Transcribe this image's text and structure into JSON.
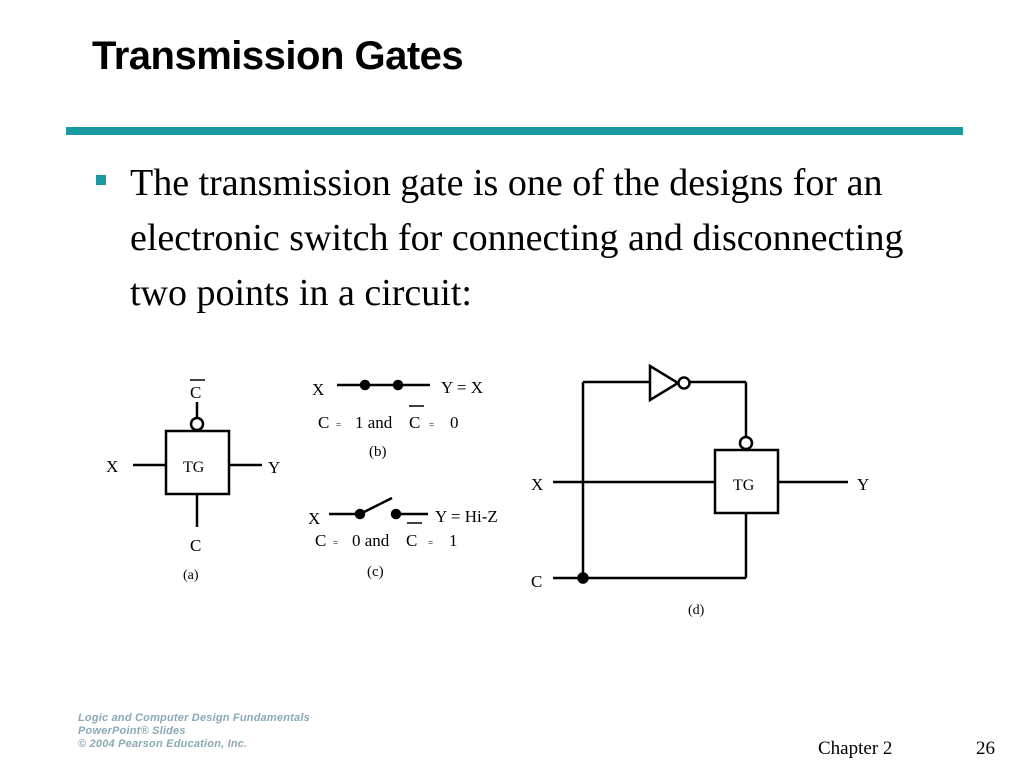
{
  "slide": {
    "title": "Transmission Gates",
    "bullet": "The transmission gate is one of the designs for an electronic switch for connecting and disconnecting two points in a circuit:"
  },
  "diagram": {
    "a": {
      "top_label": "C",
      "gate_label": "TG",
      "x_label": "X",
      "y_label": "Y",
      "bottom_label": "C",
      "caption": "(a)"
    },
    "b": {
      "x_label": "X",
      "y_label": "Y = X",
      "cond_c": "C",
      "cond_eq1": "=",
      "cond_v1": "1 and",
      "cond_cbar": "C",
      "cond_eq2": "=",
      "cond_v2": "0",
      "caption": "(b)"
    },
    "c": {
      "x_label": "X",
      "y_label": "Y = Hi-Z",
      "cond_c": "C",
      "cond_eq1": "=",
      "cond_v1": "0 and",
      "cond_cbar": "C",
      "cond_eq2": "=",
      "cond_v2": "1",
      "caption": "(c)"
    },
    "d": {
      "gate_label": "TG",
      "x_label": "X",
      "y_label": "Y",
      "c_label": "C",
      "caption": "(d)"
    }
  },
  "footer": {
    "logo_line1": "Logic and Computer Design Fundamentals",
    "logo_line2": "PowerPoint® Slides",
    "logo_line3": "© 2004 Pearson Education, Inc.",
    "chapter": "Chapter 2",
    "page": "26"
  },
  "colors": {
    "accent": "#1a9aa0",
    "logo": "#8aa9b7"
  }
}
